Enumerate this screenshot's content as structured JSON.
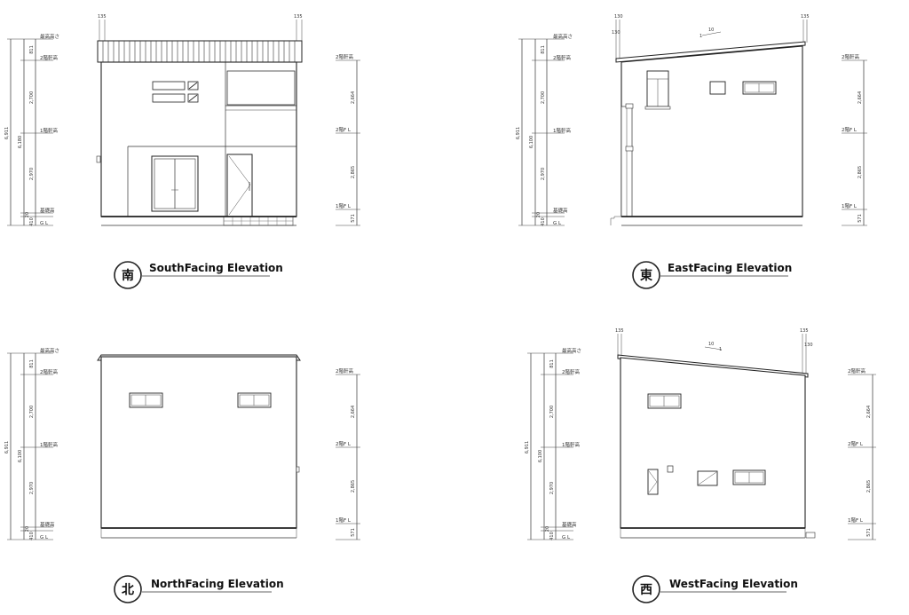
{
  "elevations": {
    "south": {
      "badge": "南",
      "title": "SouthFacing Elevation",
      "overhang_left": "135",
      "overhang_right": "135",
      "left_total": "6,911",
      "left_upper": "6,180",
      "left_segments": [
        "811",
        "2,700",
        "2,970",
        "20",
        "410"
      ],
      "left_levels": [
        "最高高さ",
        "2階軒高",
        "1階軒高",
        "基礎高",
        "G L"
      ],
      "right_segments": [
        "2,664",
        "2,865",
        "571"
      ],
      "right_levels": [
        "2階軒高",
        "2階F L",
        "1階F L"
      ]
    },
    "east": {
      "badge": "東",
      "title": "EastFacing Elevation",
      "slope": "10",
      "slope_base": "1",
      "overhang_left_a": "130",
      "overhang_left_b": "130",
      "overhang_right": "135",
      "left_total": "6,911",
      "left_upper": "6,100",
      "left_segments": [
        "811",
        "2,700",
        "2,970",
        "20",
        "410"
      ],
      "left_levels": [
        "最高高さ",
        "2階軒高",
        "1階軒高",
        "基礎高",
        "G L"
      ],
      "right_segments": [
        "2,664",
        "2,865",
        "571"
      ],
      "right_levels": [
        "2階軒高",
        "2階F L",
        "1階F L"
      ]
    },
    "north": {
      "badge": "北",
      "title": "NorthFacing Elevation",
      "left_total": "6,911",
      "left_upper": "6,100",
      "left_segments": [
        "811",
        "2,700",
        "2,970",
        "20",
        "410"
      ],
      "left_levels": [
        "最高高さ",
        "2階軒高",
        "1階軒高",
        "基礎高",
        "G L"
      ],
      "right_segments": [
        "2,664",
        "2,865",
        "571"
      ],
      "right_levels": [
        "2階軒高",
        "2階F L",
        "1階F L"
      ]
    },
    "west": {
      "badge": "西",
      "title": "WestFacing Elevation",
      "slope": "10",
      "slope_base": "1",
      "overhang_left": "135",
      "overhang_right_a": "135",
      "overhang_right_b": "130",
      "left_total": "6,911",
      "left_upper": "6,100",
      "left_segments": [
        "811",
        "2,700",
        "2,970",
        "20",
        "410"
      ],
      "left_levels": [
        "最高高さ",
        "2階軒高",
        "1階軒高",
        "基礎高",
        "G L"
      ],
      "right_segments": [
        "2,664",
        "2,865",
        "571"
      ],
      "right_levels": [
        "2階軒高",
        "2階F L",
        "1階F L"
      ]
    }
  }
}
